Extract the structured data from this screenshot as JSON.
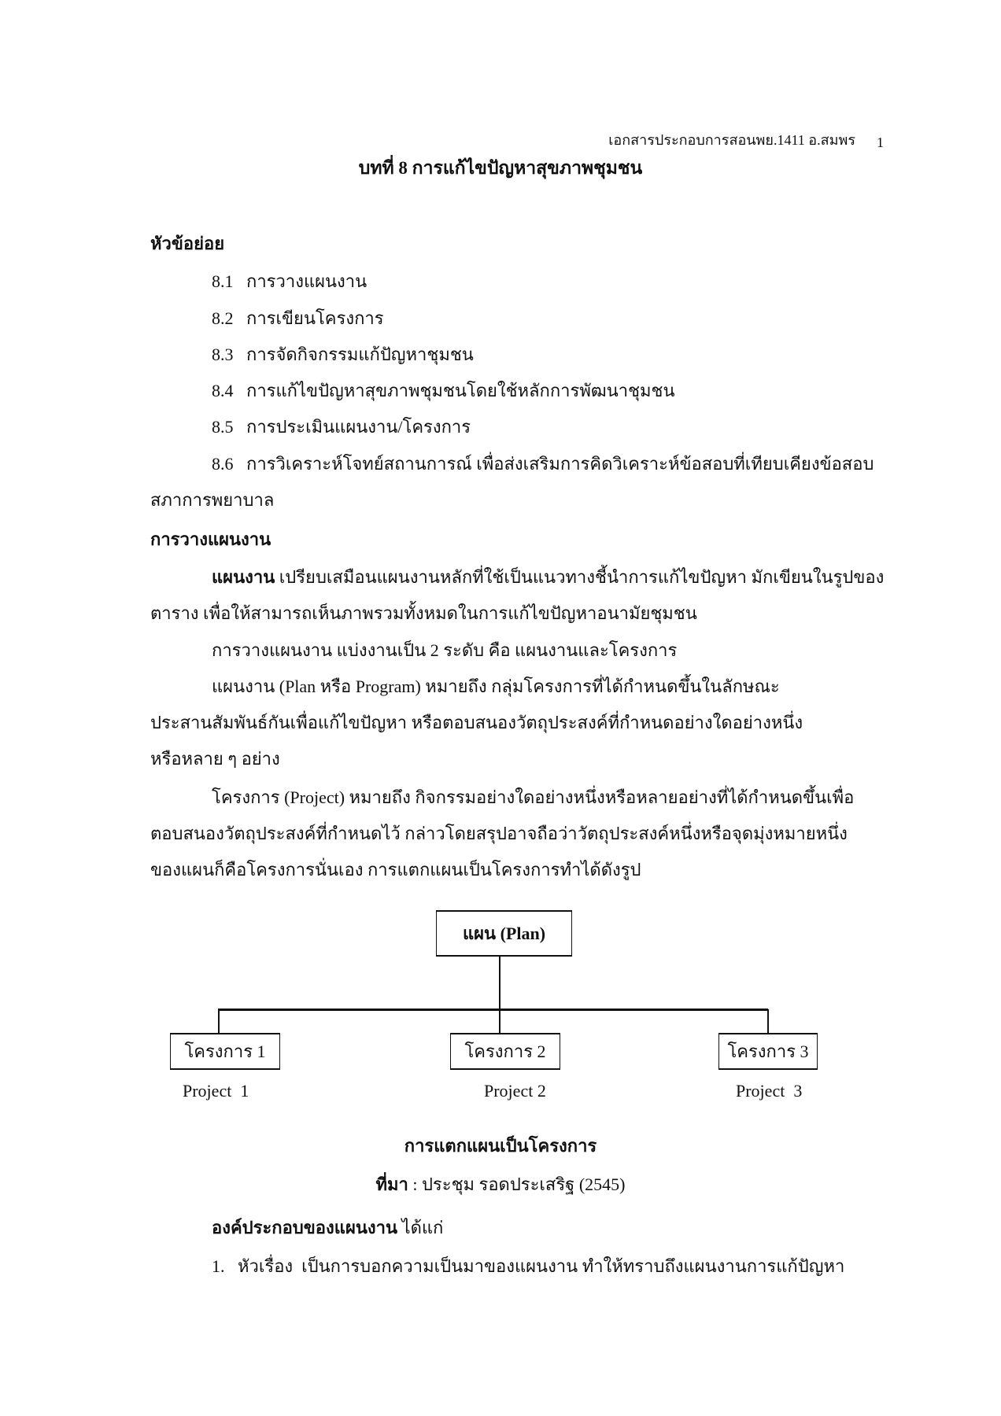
{
  "header": {
    "doc_label": "เอกสารประกอบการสอนพย.1411 อ.สมพร",
    "page_number": "1"
  },
  "title": "บทที่ 8 การแก้ไขปัญหาสุขภาพชุมชน",
  "subtopics": {
    "heading": "หัวข้อย่อย",
    "items": [
      {
        "num": "8.1",
        "text": "การวางแผนงาน"
      },
      {
        "num": "8.2",
        "text": "การเขียนโครงการ"
      },
      {
        "num": "8.3",
        "text": "การจัดกิจกรรมแก้ปัญหาชุมชน"
      },
      {
        "num": "8.4",
        "text": "การแก้ไขปัญหาสุขภาพชุมชนโดยใช้หลักการพัฒนาชุมชน"
      },
      {
        "num": "8.5",
        "text": "การประเมินแผนงาน/โครงการ"
      },
      {
        "num": "8.6",
        "text": "การวิเคราะห์โจทย์สถานการณ์ เพื่อส่งเสริมการคิดวิเคราะห์ข้อสอบที่เทียบเคียงข้อสอบ",
        "cont": "สภาการพยาบาล"
      }
    ]
  },
  "planning": {
    "heading": "การวางแผนงาน",
    "p1_bold": "แผนงาน",
    "p1_line1": " เปรียบเสมือนแผนงานหลักที่ใช้เป็นแนวทางชี้นำการแก้ไขปัญหา มักเขียนในรูปของ",
    "p1_line2": "ตาราง เพื่อให้สามารถเห็นภาพรวมทั้งหมดในการแก้ไขปัญหาอนามัยชุมชน",
    "p2": "การวางแผนงาน  แบ่งงานเป็น 2 ระดับ  คือ  แผนงานและโครงการ",
    "p3_line1": "แผนงาน  (Plan  หรือ  Program)  หมายถึง  กลุ่มโครงการที่ได้กำหนดขึ้นในลักษณะ",
    "p3_line2": "ประสานสัมพันธ์กันเพื่อแก้ไขปัญหา  หรือตอบสนองวัตถุประสงค์ที่กำหนดอย่างใดอย่างหนึ่ง",
    "p3_line3": "หรือหลาย ๆ อย่าง",
    "p4_line1": "โครงการ  (Project)  หมายถึง  กิจกรรมอย่างใดอย่างหนึ่งหรือหลายอย่างที่ได้กำหนดขึ้นเพื่อ",
    "p4_line2": "ตอบสนองวัตถุประสงค์ที่กำหนดไว้  กล่าวโดยสรุปอาจถือว่าวัตถุประสงค์หนึ่งหรือจุดมุ่งหมายหนึ่ง",
    "p4_line3": "ของแผนก็คือโครงการนั่นเอง  การแตกแผนเป็นโครงการทำได้ดังรูป"
  },
  "diagram": {
    "root": "แผน (Plan)",
    "children": [
      {
        "box": "โครงการ  1",
        "label": "Project  1"
      },
      {
        "box": "โครงการ  2",
        "label": "Project 2"
      },
      {
        "box": "โครงการ  3",
        "label": "Project  3"
      }
    ],
    "caption": "การแตกแผนเป็นโครงการ",
    "source_bold": "ที่มา",
    "source_text": " : ประชุม  รอดประเสริฐ (2545)"
  },
  "components": {
    "heading_bold": "องค์ประกอบของแผนงาน",
    "heading_text": " ได้แก่",
    "item1": "1.   หัวเรื่อง  เป็นการบอกความเป็นมาของแผนงาน ทำให้ทราบถึงแผนงานการแก้ปัญหา"
  }
}
